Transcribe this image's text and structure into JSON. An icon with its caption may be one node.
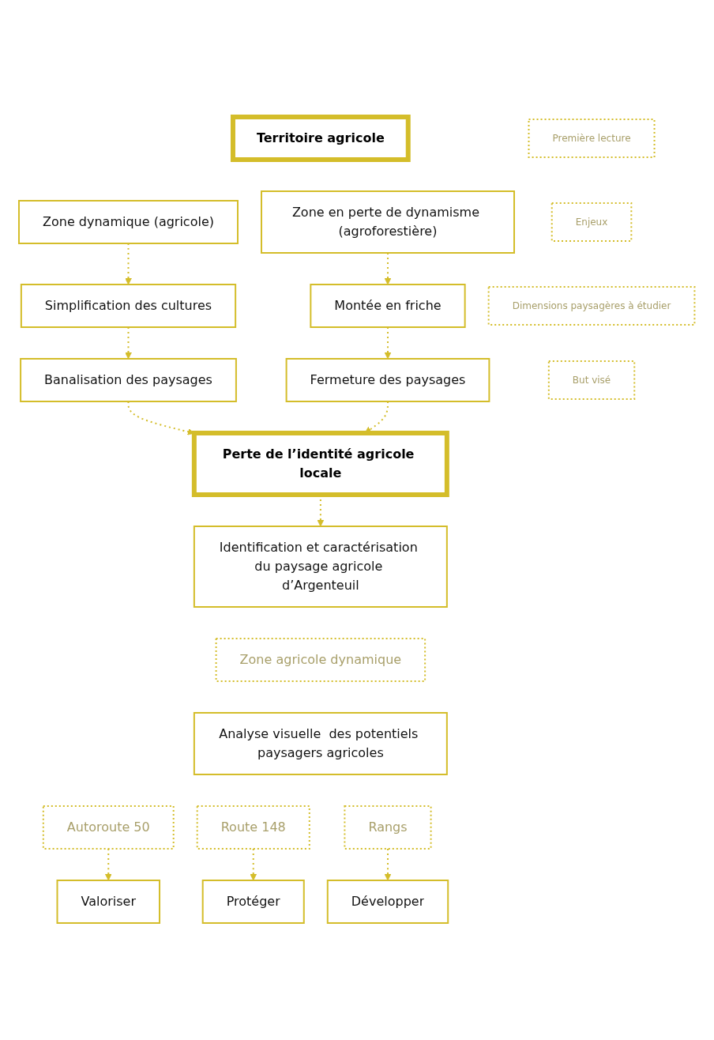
{
  "diagram": {
    "nodes": [
      {
        "text": [
          "Première lecture"
        ]
      },
      {
        "text": [
          "Territoire agricole"
        ]
      },
      {
        "text": [
          "Zone dynamique (agricole)"
        ]
      },
      {
        "text": [
          "Zone en perte de dynamisme (agroforestière)"
        ]
      },
      {
        "text": [
          "Simplification des cultures"
        ]
      },
      {
        "text": [
          "Montée en friche"
        ]
      },
      {
        "text": [
          "Banalisation des paysages"
        ]
      },
      {
        "text": [
          "Fermeture des paysages"
        ]
      },
      {
        "text": [
          "Enjeux"
        ]
      },
      {
        "text": [
          "Perte de l’identité agricole locale"
        ]
      },
      {
        "text": [
          "Dimensions paysagères à étudier"
        ]
      },
      {
        "text": [
          "Identification et caractérisation du paysage agricole d’Argenteuil"
        ]
      },
      {
        "text": [
          "Zone agricole dynamique"
        ]
      },
      {
        "text": [
          "Analyse visuelle  des potentiels paysagers agricoles"
        ]
      },
      {
        "text": [
          "Autoroute 50"
        ]
      },
      {
        "text": [
          "Route 148"
        ]
      },
      {
        "text": [
          "Rangs"
        ]
      },
      {
        "text": [
          "But visé"
        ]
      },
      {
        "text": [
          "Valoriser"
        ]
      },
      {
        "text": [
          "Protéger"
        ]
      },
      {
        "text": [
          "Développer"
        ]
      }
    ],
    "edges": [
      {
        "from": 2,
        "to": 4,
        "arrow": "to",
        "style": "dashed"
      },
      {
        "from": 4,
        "to": 6,
        "arrow": "to",
        "style": "dashed"
      },
      {
        "from": 3,
        "to": 5,
        "arrow": "to",
        "style": "dashed"
      },
      {
        "from": 5,
        "to": 7,
        "arrow": "to",
        "style": "dashed"
      },
      {
        "from": 6,
        "to": 9,
        "arrow": "to",
        "style": "dashed"
      },
      {
        "from": 7,
        "to": 9,
        "arrow": "to",
        "style": "dashed"
      },
      {
        "from": 9,
        "to": 11,
        "arrow": "to",
        "style": "dashed"
      },
      {
        "from": 14,
        "to": 18,
        "arrow": "to",
        "style": "dashed"
      },
      {
        "from": 15,
        "to": 19,
        "arrow": "to",
        "style": "dashed"
      },
      {
        "from": 16,
        "to": 20,
        "arrow": "to",
        "style": "dashed"
      }
    ]
  }
}
